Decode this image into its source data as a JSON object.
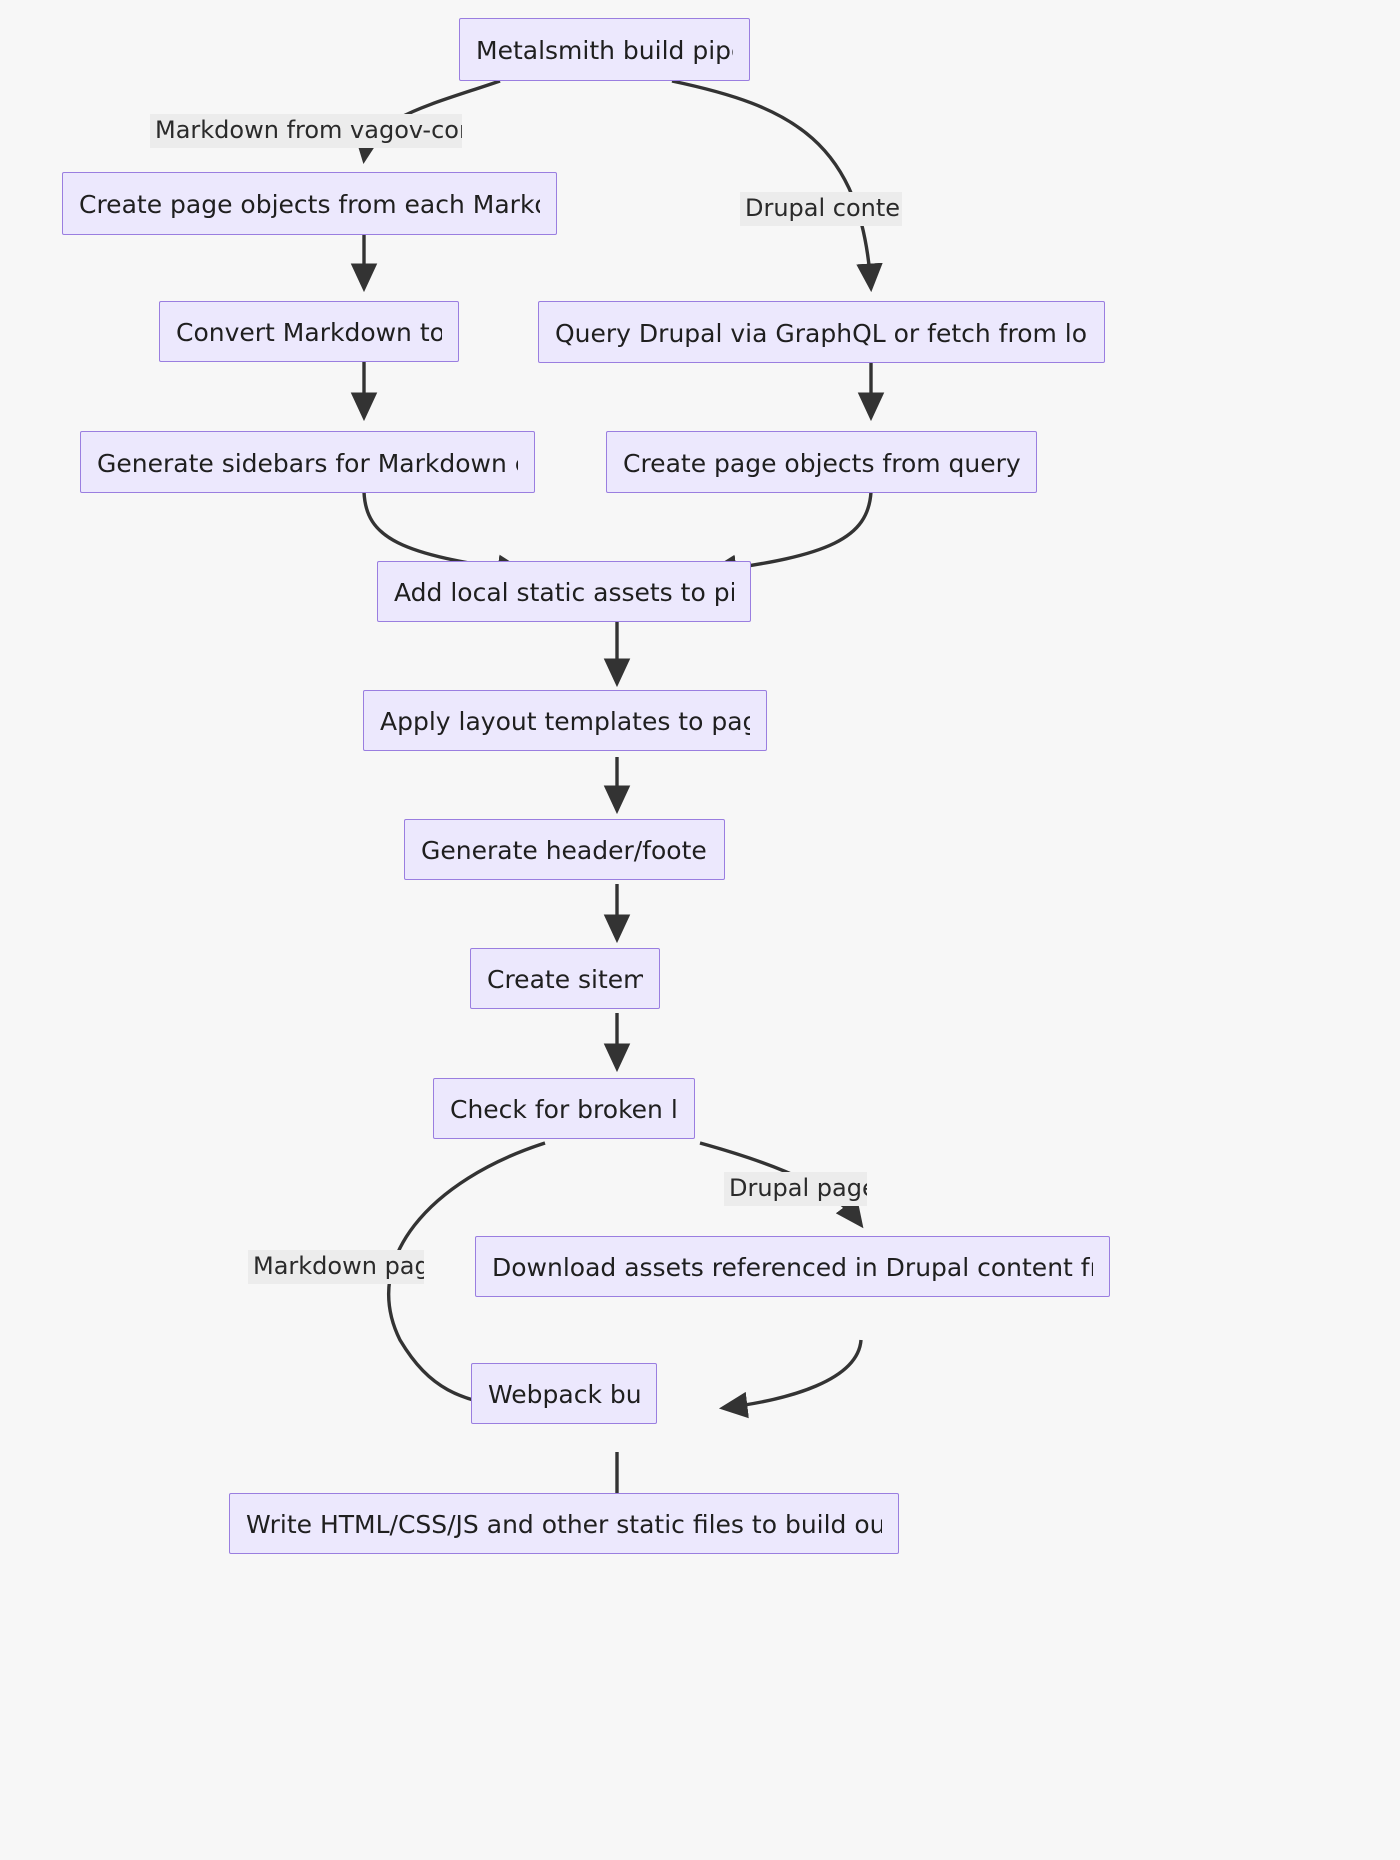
{
  "diagram": {
    "title": "Metalsmith build pipeline flowchart",
    "type": "flowchart",
    "direction": "top-down",
    "background_color": "#f7f7f7",
    "node_fill_color": "#ece8fd",
    "node_border_color": "#9a7ee0",
    "edge_color": "#333333",
    "label_background_color": "#ececec"
  },
  "nodes": [
    {
      "id": "n1",
      "label": "Metalsmith build pipeline"
    },
    {
      "id": "n2",
      "label": "Create page objects from each Markdown file"
    },
    {
      "id": "n3",
      "label": "Convert Markdown to html"
    },
    {
      "id": "n4",
      "label": "Generate sidebars for Markdown content"
    },
    {
      "id": "n5",
      "label": "Query Drupal via GraphQL or fetch from local cache"
    },
    {
      "id": "n6",
      "label": "Create page objects from query results"
    },
    {
      "id": "n7",
      "label": "Add local static assets to pipeline"
    },
    {
      "id": "n8",
      "label": "Apply layout templates to page data"
    },
    {
      "id": "n9",
      "label": "Generate header/footer data"
    },
    {
      "id": "n10",
      "label": "Create sitemap"
    },
    {
      "id": "n11",
      "label": "Check for broken links"
    },
    {
      "id": "n12",
      "label": "Download assets referenced in Drupal content from Drupal"
    },
    {
      "id": "n13",
      "label": "Webpack build"
    },
    {
      "id": "n14",
      "label": "Write HTML/CSS/JS and other static files to build output folder"
    }
  ],
  "edge_labels": [
    {
      "id": "e1",
      "label": "Markdown from vagov-content"
    },
    {
      "id": "e2",
      "label": "Drupal content"
    },
    {
      "id": "e3",
      "label": "Drupal pages"
    },
    {
      "id": "e4",
      "label": "Markdown pages"
    }
  ]
}
